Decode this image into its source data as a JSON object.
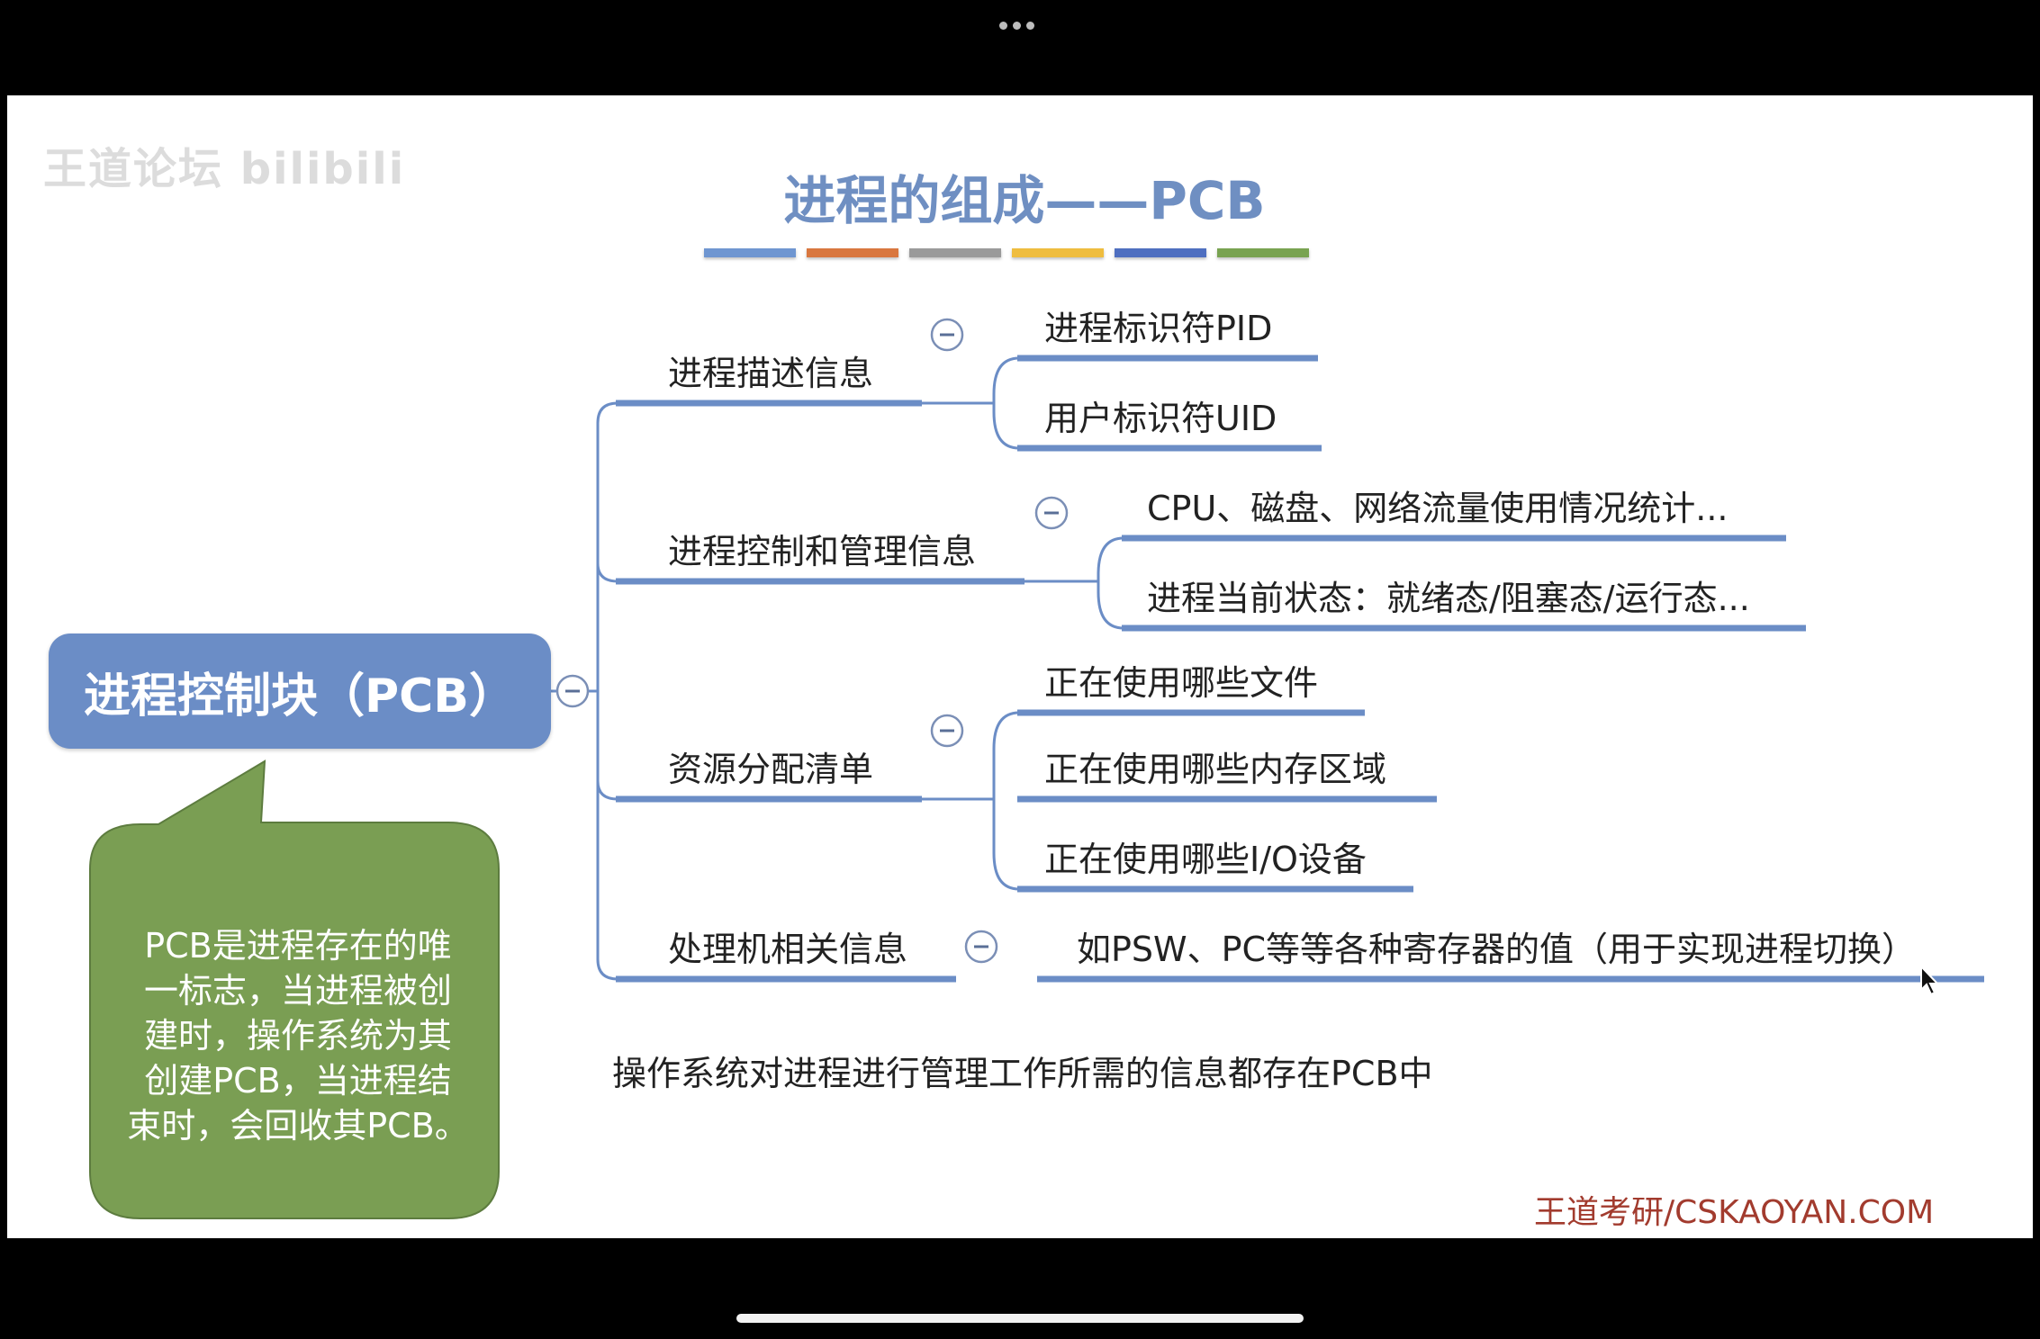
{
  "slide": {
    "title": "进程的组成——PCB",
    "watermark": "王道论坛 bilibili",
    "title_bar_colors": [
      "#6f96d1",
      "#d9773f",
      "#9a9a9a",
      "#efbd3f",
      "#4f6fc0",
      "#79a351"
    ]
  },
  "mindmap": {
    "root": {
      "label": "进程控制块（PCB）",
      "color": "#6b8dc6"
    },
    "callout": {
      "lines": [
        "PCB是进程存在的唯",
        "一标志，当进程被创",
        "建时，操作系统为其",
        "创建PCB，当进程结",
        "束时，会回收其PCB。"
      ],
      "color": "#7a9e53"
    },
    "branches": [
      {
        "label": "进程描述信息",
        "children": [
          "进程标识符PID",
          "用户标识符UID"
        ]
      },
      {
        "label": "进程控制和管理信息",
        "children": [
          "CPU、磁盘、网络流量使用情况统计...",
          "进程当前状态：就绪态/阻塞态/运行态..."
        ]
      },
      {
        "label": "资源分配清单",
        "children": [
          "正在使用哪些文件",
          "正在使用哪些内存区域",
          "正在使用哪些I/O设备"
        ]
      },
      {
        "label": "处理机相关信息",
        "children": [
          "如PSW、PC等等各种寄存器的值（用于实现进程切换）"
        ]
      }
    ],
    "collapse_icon": "minus-circle-icon",
    "line_color": "#6b8dc6"
  },
  "footer": {
    "note": "操作系统对进程进行管理工作所需的信息都存在PCB中",
    "brand": "王道考研/CSKAOYAN.COM"
  }
}
